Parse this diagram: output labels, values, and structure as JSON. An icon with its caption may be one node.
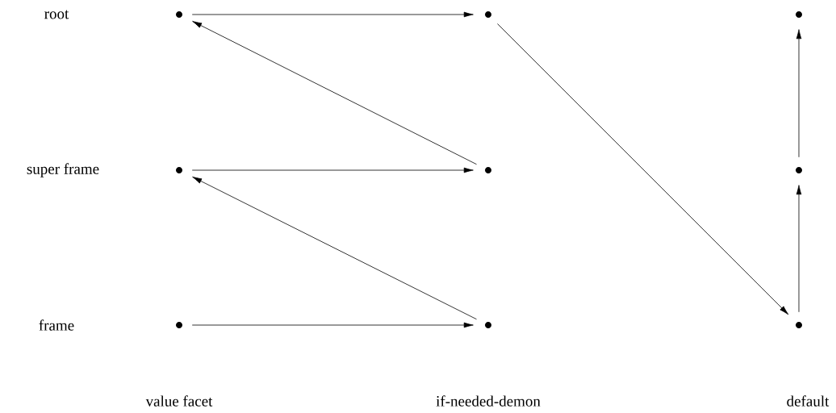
{
  "diagram": {
    "nodes": [
      {
        "text": [],
        "shape": "circle"
      },
      {
        "text": [],
        "shape": "circle"
      },
      {
        "text": [],
        "shape": "circle"
      },
      {
        "text": [],
        "shape": "circle"
      },
      {
        "text": [],
        "shape": "circle"
      },
      {
        "text": [],
        "shape": "circle"
      },
      {
        "text": [],
        "shape": "circle"
      },
      {
        "text": [],
        "shape": "circle"
      },
      {
        "text": [],
        "shape": "circle"
      }
    ],
    "edges": [
      {
        "from": 0,
        "to": 1,
        "arrow": "to"
      },
      {
        "from": 4,
        "to": 0,
        "arrow": "to"
      },
      {
        "from": 3,
        "to": 4,
        "arrow": "to"
      },
      {
        "from": 7,
        "to": 3,
        "arrow": "to"
      },
      {
        "from": 6,
        "to": 7,
        "arrow": "to"
      },
      {
        "from": 1,
        "to": 8,
        "arrow": "to"
      },
      {
        "from": 8,
        "to": 5,
        "arrow": "to"
      },
      {
        "from": 5,
        "to": 2,
        "arrow": "to"
      }
    ],
    "labels": [
      "root",
      "super frame",
      "frame",
      "value facet",
      "if-needed-demon",
      "default"
    ]
  }
}
